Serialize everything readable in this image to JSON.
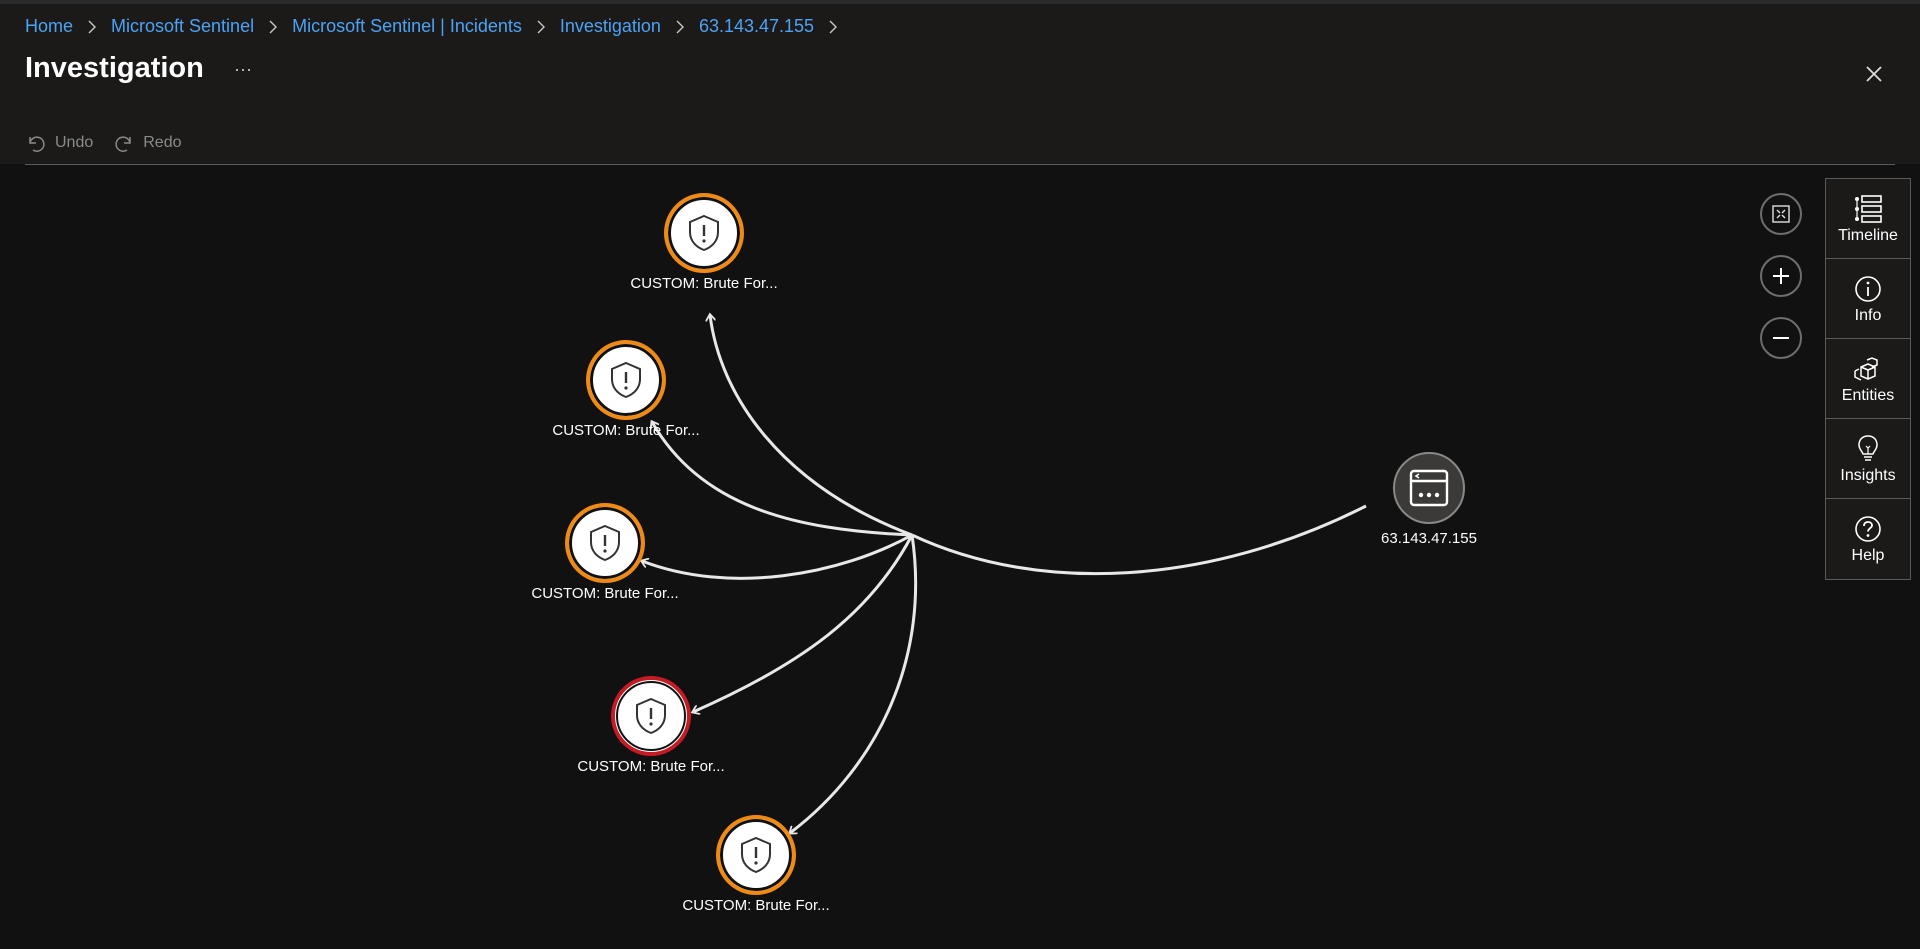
{
  "breadcrumb": [
    {
      "label": "Home"
    },
    {
      "label": "Microsoft Sentinel"
    },
    {
      "label": "Microsoft Sentinel | Incidents"
    },
    {
      "label": "Investigation"
    },
    {
      "label": "63.143.47.155"
    }
  ],
  "header": {
    "title": "Investigation",
    "more": "···"
  },
  "toolbar": {
    "undo_label": "Undo",
    "redo_label": "Redo"
  },
  "graph": {
    "alerts": [
      {
        "label": "CUSTOM: Brute For...",
        "severity": "medium",
        "color": "#f08a14"
      },
      {
        "label": "CUSTOM: Brute For...",
        "severity": "medium",
        "color": "#f08a14"
      },
      {
        "label": "CUSTOM: Brute For...",
        "severity": "medium",
        "color": "#f08a14"
      },
      {
        "label": "CUSTOM: Brute For...",
        "severity": "high",
        "color": "#c41a24"
      },
      {
        "label": "CUSTOM: Brute For...",
        "severity": "medium",
        "color": "#f08a14"
      }
    ],
    "ip_entity": {
      "label": "63.143.47.155",
      "icon": "ip-address-icon"
    }
  },
  "side_rail": [
    {
      "label": "Timeline",
      "icon": "timeline-icon"
    },
    {
      "label": "Info",
      "icon": "info-icon"
    },
    {
      "label": "Entities",
      "icon": "entities-icon"
    },
    {
      "label": "Insights",
      "icon": "insights-icon"
    },
    {
      "label": "Help",
      "icon": "help-icon"
    }
  ],
  "zoom_controls": [
    "fit-to-screen-icon",
    "zoom-in-icon",
    "zoom-out-icon"
  ],
  "colors": {
    "link": "#4ca3f5",
    "medium_severity": "#f08a14",
    "high_severity": "#c41a24",
    "background": "#111111"
  }
}
